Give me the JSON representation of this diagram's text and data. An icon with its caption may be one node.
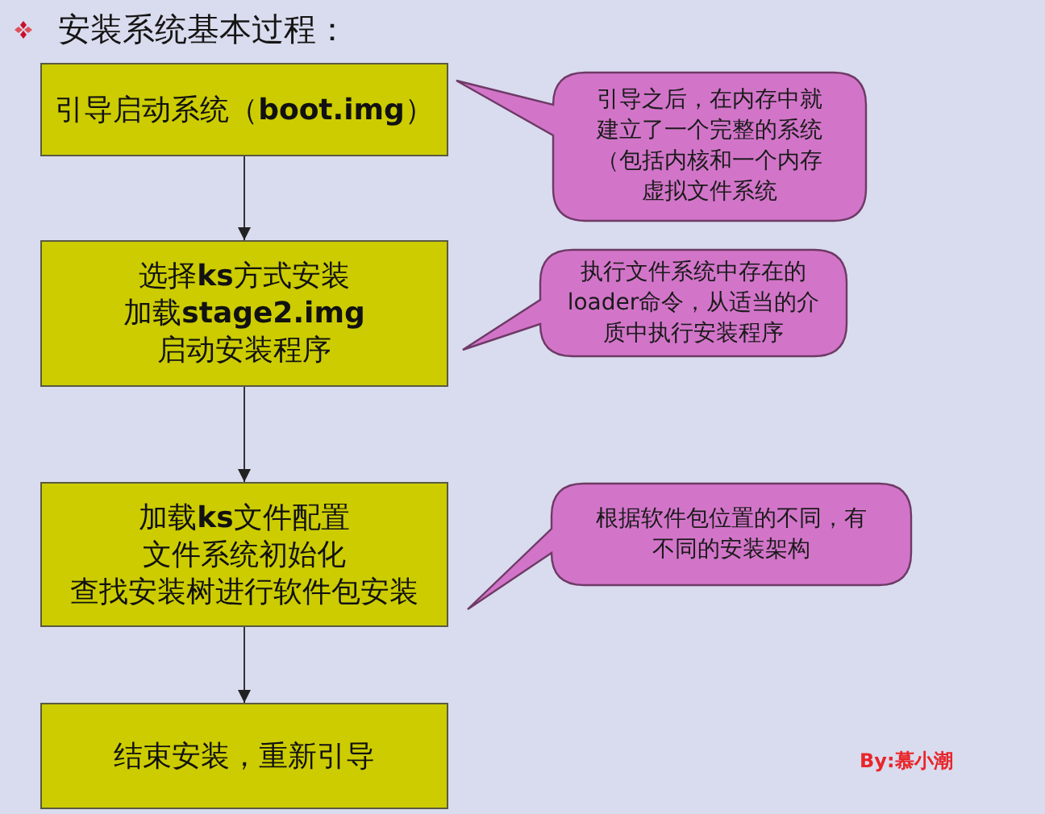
{
  "diagram": {
    "title": "安装系统基本过程：",
    "nodes": [
      {
        "text": [
          "引导启动系统（**boot.img**）"
        ]
      },
      {
        "text": [
          "引导之后，在内存中就建立了一个完整的系统（包括内核和一个内存虚拟文件系统"
        ]
      },
      {
        "text": [
          "选择**ks**方式安装",
          "加载**stage2.img**",
          "启动安装程序"
        ]
      },
      {
        "text": [
          "执行文件系统中存在的loader命令，从适当的介质中执行安装程序"
        ]
      },
      {
        "text": [
          "加载**ks**文件配置",
          "文件系统初始化",
          "查找安装树进行软件包安装"
        ]
      },
      {
        "text": [
          "根据软件包位置的不同，有不同的安装架构"
        ]
      },
      {
        "text": [
          "结束安装，重新引导"
        ]
      }
    ],
    "edges": [
      {
        "from": 0,
        "to": 2,
        "arrow": "to"
      },
      {
        "from": 2,
        "to": 4,
        "arrow": "to"
      },
      {
        "from": 4,
        "to": 6,
        "arrow": "to"
      }
    ],
    "labels": [
      "By:慕小潮"
    ]
  }
}
